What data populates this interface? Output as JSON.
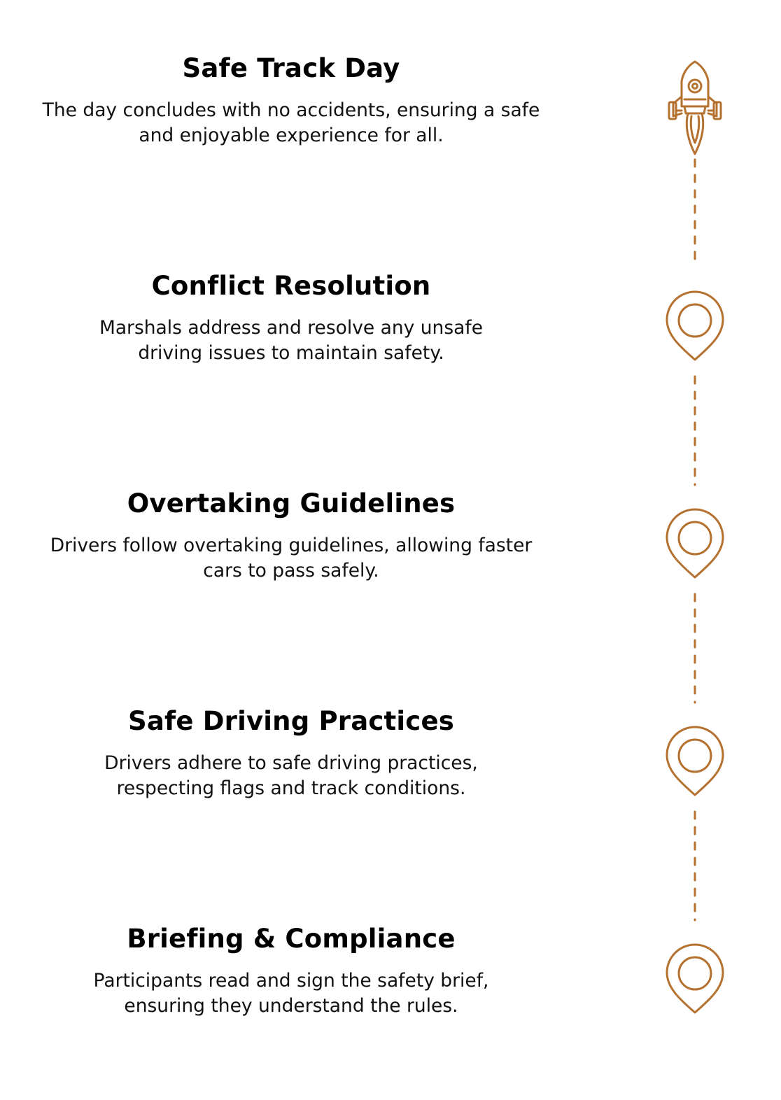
{
  "accent_color": "#B5712F",
  "steps": [
    {
      "title": "Safe Track Day",
      "description": "The day concludes with no accidents, ensuring a safe and enjoyable experience for all.",
      "icon": "rocket-icon"
    },
    {
      "title": "Conflict Resolution",
      "description": "Marshals address and resolve any unsafe driving issues to maintain safety.",
      "icon": "map-pin-icon"
    },
    {
      "title": "Overtaking Guidelines",
      "description": "Drivers follow overtaking guidelines, allowing faster cars to pass safely.",
      "icon": "map-pin-icon"
    },
    {
      "title": "Safe Driving Practices",
      "description": "Drivers adhere to safe driving practices, respecting flags and track conditions.",
      "icon": "map-pin-icon"
    },
    {
      "title": "Briefing & Compliance",
      "description": "Participants read and sign the safety brief, ensuring they understand the rules.",
      "icon": "map-pin-icon"
    }
  ]
}
